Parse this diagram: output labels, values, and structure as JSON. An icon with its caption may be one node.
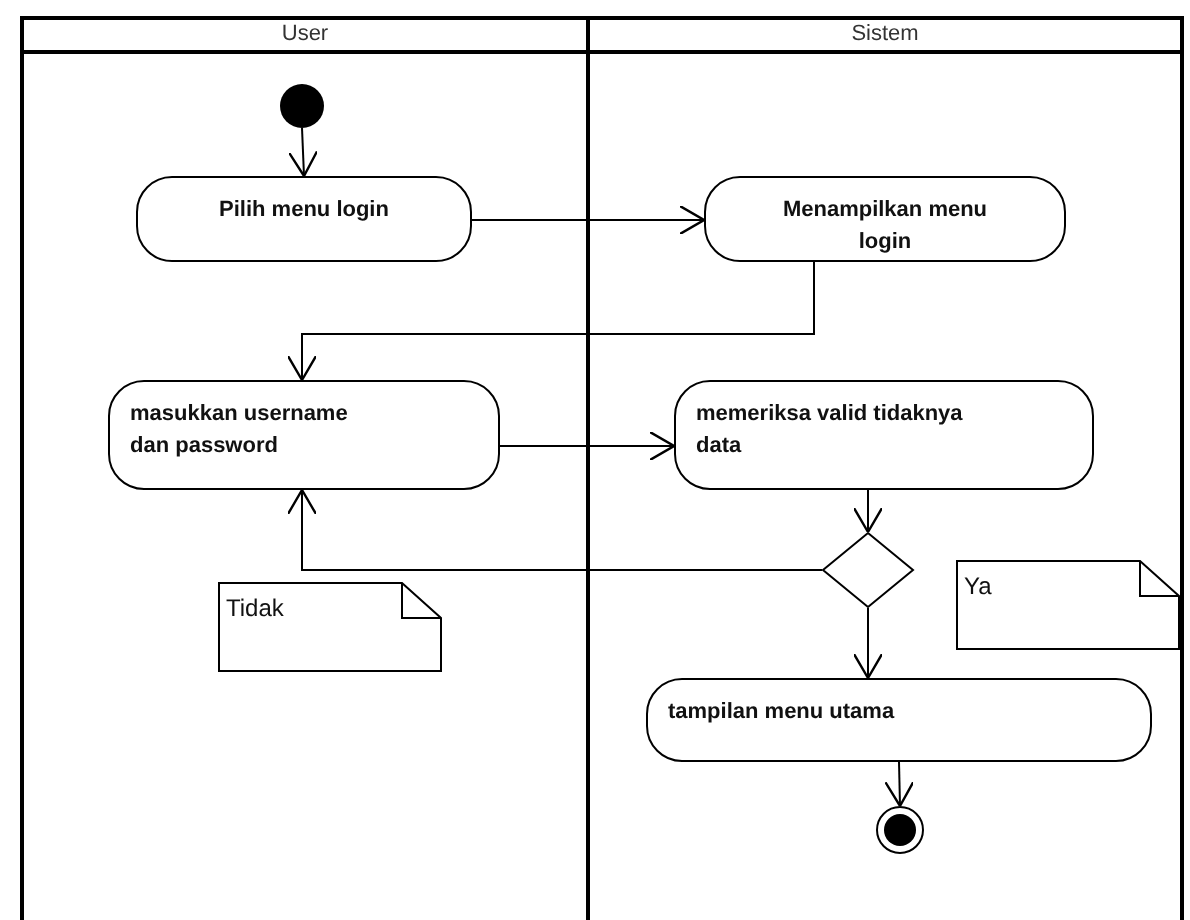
{
  "diagram": {
    "nodes": [
      {
        "text": [
          "User"
        ]
      },
      {
        "text": [
          "Sistem"
        ]
      },
      {
        "text": [],
        "shape": "circle",
        "in": 0
      },
      {
        "text": [
          "Pilih menu login"
        ],
        "in": 0
      },
      {
        "text": [
          "Menampilkan menu login"
        ],
        "in": 1
      },
      {
        "text": [
          "masukkan username dan password"
        ],
        "in": 0
      },
      {
        "text": [
          "memeriksa valid tidaknya data"
        ],
        "in": 1
      },
      {
        "text": [],
        "shape": "diamond",
        "in": 1
      },
      {
        "text": [
          "tampilan menu utama"
        ],
        "in": 1
      },
      {
        "text": [],
        "shape": "circle",
        "in": 1
      },
      {
        "text": [
          "Tidak"
        ],
        "in": 0
      },
      {
        "text": [
          "Ya"
        ],
        "in": 1
      }
    ],
    "edges": [
      {
        "from": 2,
        "to": 3,
        "arrow": "to"
      },
      {
        "from": 3,
        "to": 4,
        "arrow": "to"
      },
      {
        "from": 4,
        "to": 5,
        "arrow": "to"
      },
      {
        "from": 5,
        "to": 6,
        "arrow": "to"
      },
      {
        "from": 6,
        "to": 7,
        "arrow": "to"
      },
      {
        "from": 7,
        "to": 5,
        "arrow": "to"
      },
      {
        "from": 7,
        "to": 8,
        "arrow": "to"
      },
      {
        "from": 8,
        "to": 9,
        "arrow": "to"
      }
    ]
  }
}
